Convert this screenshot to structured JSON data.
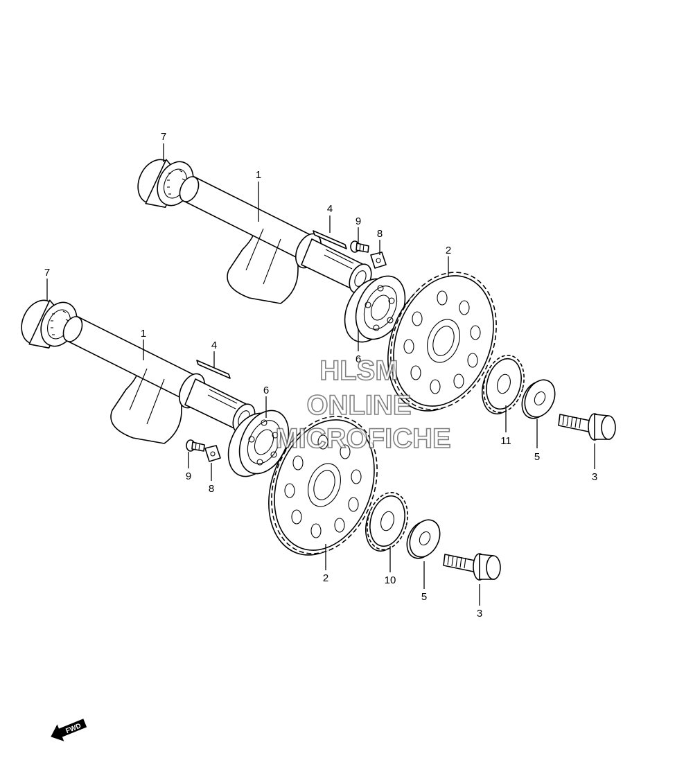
{
  "watermark": {
    "lines": [
      "HLSM",
      "ONLINE",
      "MICROFICHE"
    ],
    "color": "#555555"
  },
  "direction_marker": {
    "text": "FWD",
    "icon": "fwd-arrow-icon"
  },
  "callouts": {
    "upper_shaft": "1",
    "lower_shaft": "1",
    "upper_gear": "2",
    "lower_gear": "2",
    "upper_bolt": "3",
    "lower_bolt": "3",
    "upper_key": "4",
    "lower_key": "4",
    "upper_washer": "5",
    "lower_washer": "5",
    "upper_bearing": "6",
    "lower_bearing": "6",
    "upper_needle_bearing": "7",
    "lower_needle_bearing": "7",
    "upper_plate": "8",
    "lower_plate": "8",
    "upper_screw": "9",
    "lower_screw": "9",
    "lower_small_gear": "10",
    "upper_small_gear": "11"
  }
}
